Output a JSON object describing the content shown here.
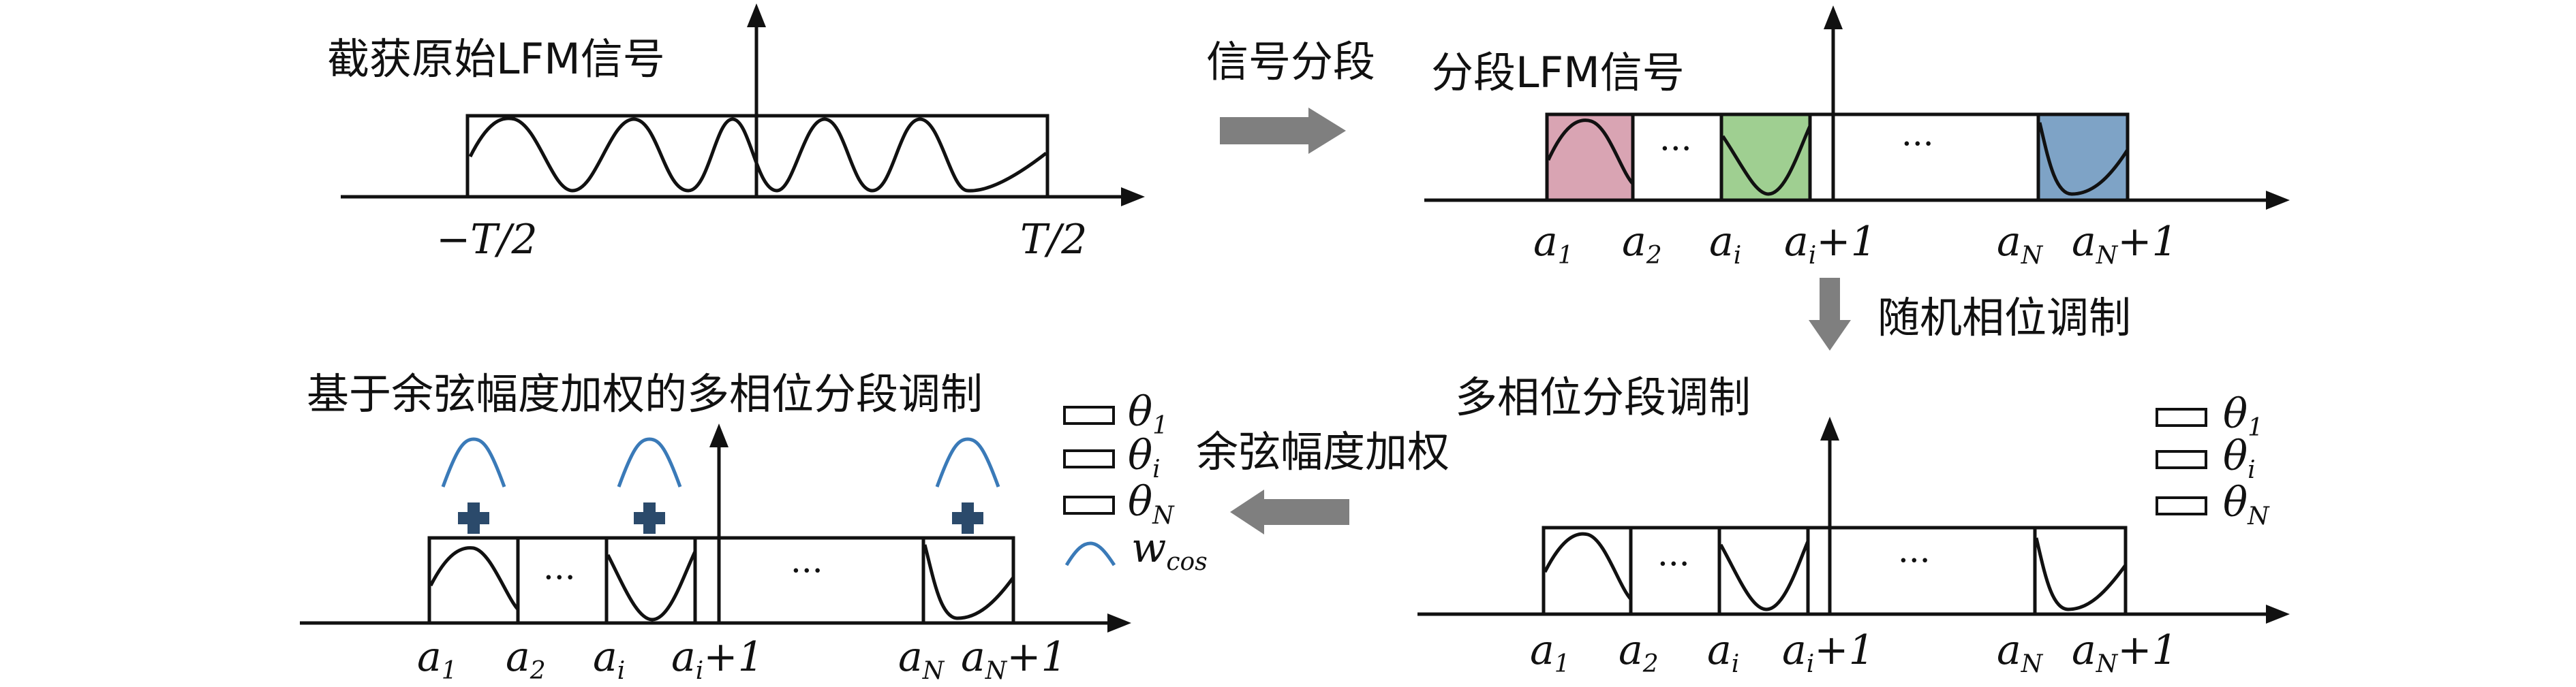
{
  "panels": {
    "original": {
      "title": "截获原始LFM信号",
      "tick_left": "−T/2",
      "tick_right": "T/2"
    },
    "segmented": {
      "title": "分段LFM信号",
      "ellipsis": "···"
    },
    "multiphase": {
      "title": "多相位分段调制",
      "ellipsis": "···"
    },
    "cosine_weighted": {
      "title": "基于余弦幅度加权的多相位分段调制",
      "ellipsis": "···"
    }
  },
  "arrows": {
    "segment": "信号分段",
    "random_phase": "随机相位调制",
    "cosine_weight": "余弦幅度加权"
  },
  "axis_labels": {
    "a1": "a",
    "a1_sub": "1",
    "a2": "a",
    "a2_sub": "2",
    "ai": "a",
    "ai_sub": "i",
    "ai1": "a",
    "ai1_sub": "i",
    "ai1_suffix": "+1",
    "aN": "a",
    "aN_sub": "N",
    "aN1": "a",
    "aN1_sub": "N",
    "aN1_suffix": "+1"
  },
  "legend": {
    "theta1": "θ",
    "theta1_sub": "1",
    "thetai": "θ",
    "thetai_sub": "i",
    "thetaN": "θ",
    "thetaN_sub": "N",
    "wcos": "w",
    "wcos_sub": "cos"
  },
  "colors": {
    "segment_1": "#d9a4b3",
    "segment_i": "#9fcf91",
    "segment_N": "#7ea3c6",
    "process_arrow": "#7f7f7f",
    "plus_sign": "#2b4a6b",
    "cosine_window": "#3a7ab8"
  }
}
